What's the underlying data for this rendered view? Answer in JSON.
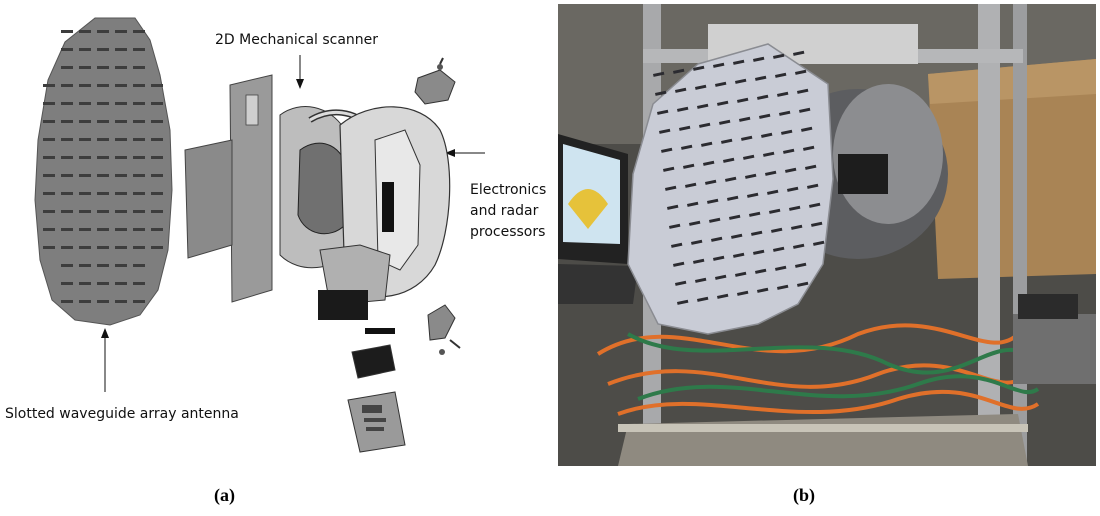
{
  "panel_a": {
    "labels": {
      "scanner": "2D Mechanical scanner",
      "electronics_line1": "Electronics",
      "electronics_line2": "and radar",
      "electronics_line3": "processors",
      "antenna": "Slotted waveguide array antenna"
    },
    "caption": "(a)"
  },
  "panel_b": {
    "caption": "(b)"
  },
  "colors": {
    "antenna_gray": "#7d7d7d",
    "slot_dark": "#3a3a3a",
    "cable_orange": "#e0702a",
    "cable_green": "#2e7a4a",
    "photo_plate": "#c9ccd6"
  }
}
